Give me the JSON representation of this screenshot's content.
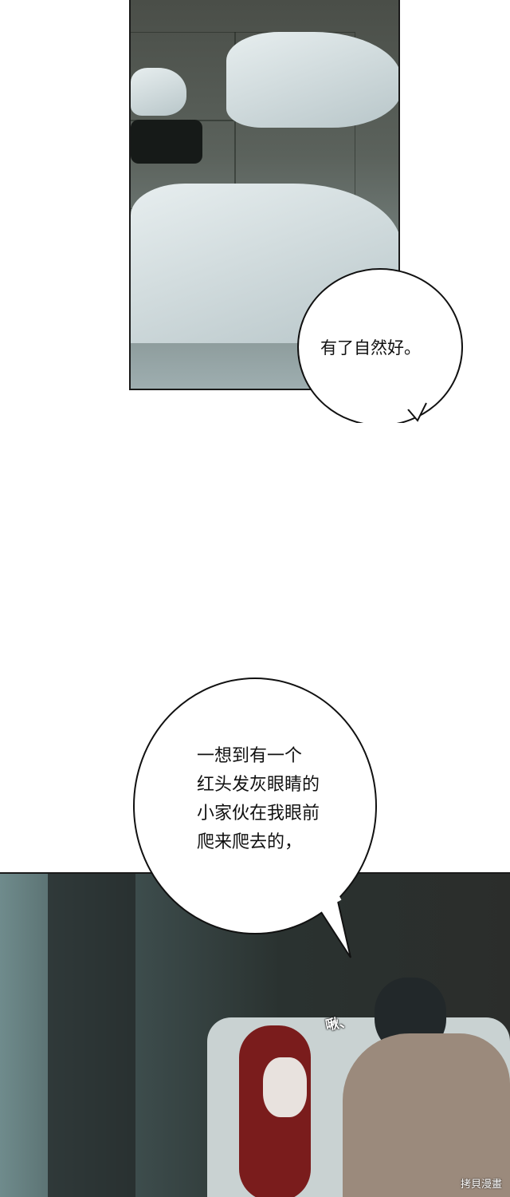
{
  "bubbles": [
    {
      "text": "有了自然好。"
    },
    {
      "lines": [
        "一想到有一个",
        "红头发灰眼睛的",
        "小家伙在我眼前",
        "爬来爬去的，"
      ]
    }
  ],
  "sfx": "啾、",
  "watermark": "拷貝漫畫"
}
